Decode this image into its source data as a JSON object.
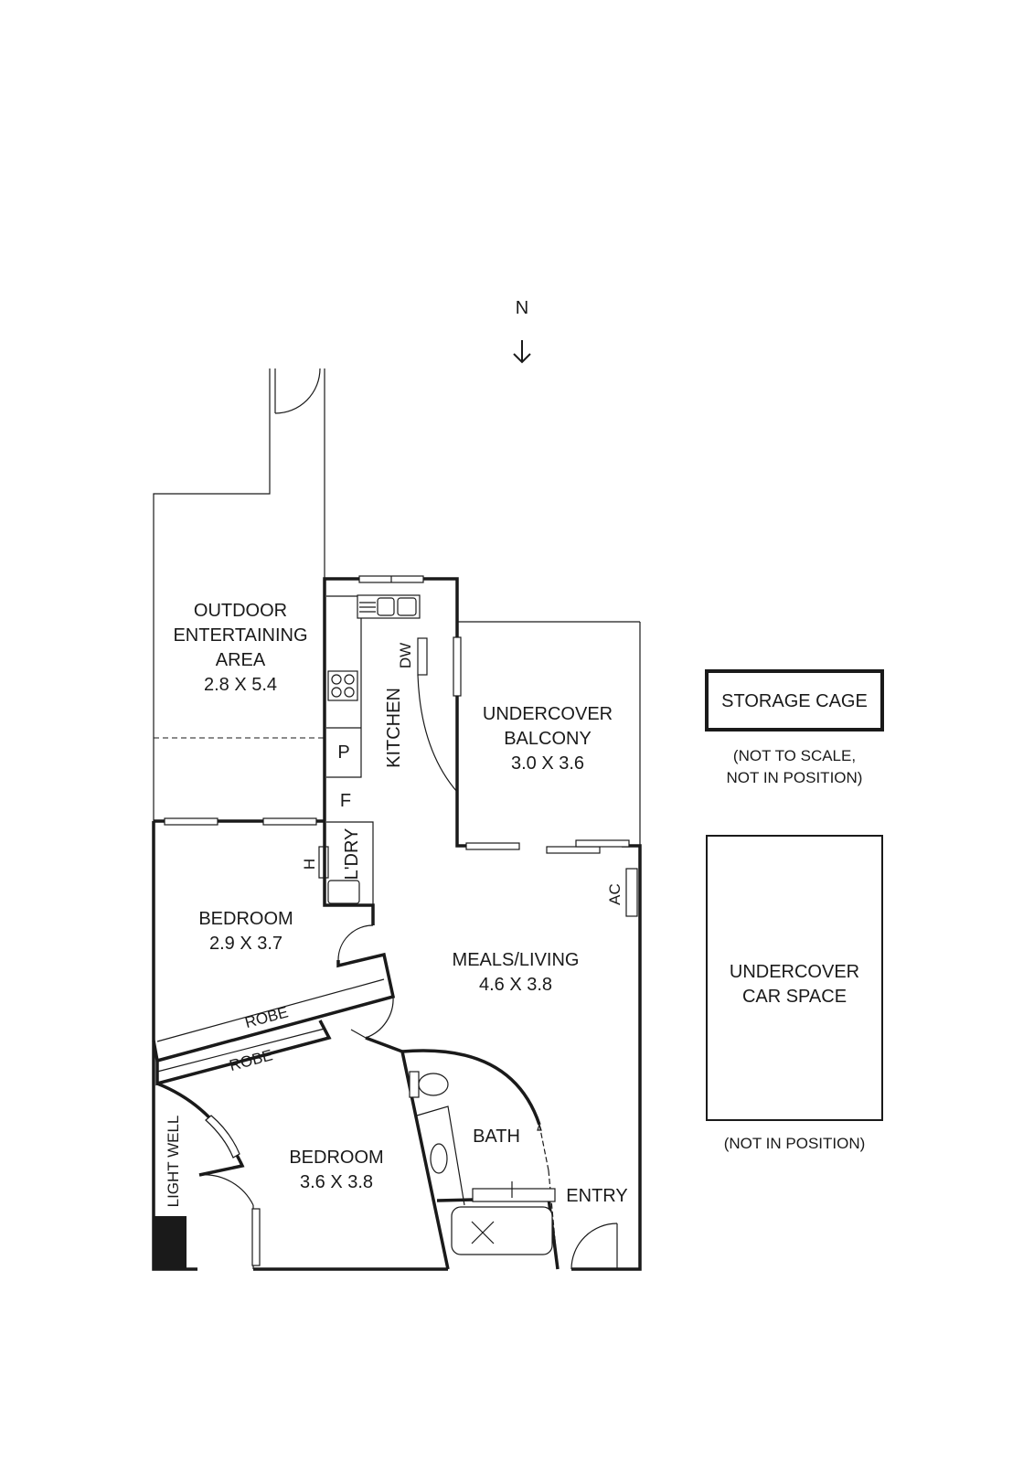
{
  "compass": {
    "label": "N",
    "icon": "arrow-down-icon"
  },
  "rooms": {
    "outdoor": {
      "line1": "OUTDOOR",
      "line2": "ENTERTAINING",
      "line3": "AREA",
      "dims": "2.8 X 5.4"
    },
    "kitchen": {
      "label": "KITCHEN"
    },
    "balcony": {
      "line1": "UNDERCOVER",
      "line2": "BALCONY",
      "dims": "3.0 X 3.6"
    },
    "bedroom1": {
      "label": "BEDROOM",
      "dims": "2.9 X 3.7"
    },
    "meals": {
      "label": "MEALS/LIVING",
      "dims": "4.6 X 3.8"
    },
    "robe1": {
      "label": "ROBE"
    },
    "robe2": {
      "label": "ROBE"
    },
    "bedroom2": {
      "label": "BEDROOM",
      "dims": "3.6 X 3.8"
    },
    "bath": {
      "label": "BATH"
    },
    "entry": {
      "label": "ENTRY"
    },
    "lightwell": {
      "label": "LIGHT WELL"
    },
    "laundry": {
      "label": "L'DRY"
    }
  },
  "fixtures": {
    "dw": "DW",
    "pantry": "P",
    "fridge": "F",
    "hws": "H",
    "ac": "AC"
  },
  "storage": {
    "label": "STORAGE CAGE",
    "note1": "(NOT TO SCALE,",
    "note2": "NOT IN POSITION)"
  },
  "carspace": {
    "line1": "UNDERCOVER",
    "line2": "CAR SPACE",
    "note": "(NOT IN POSITION)"
  }
}
